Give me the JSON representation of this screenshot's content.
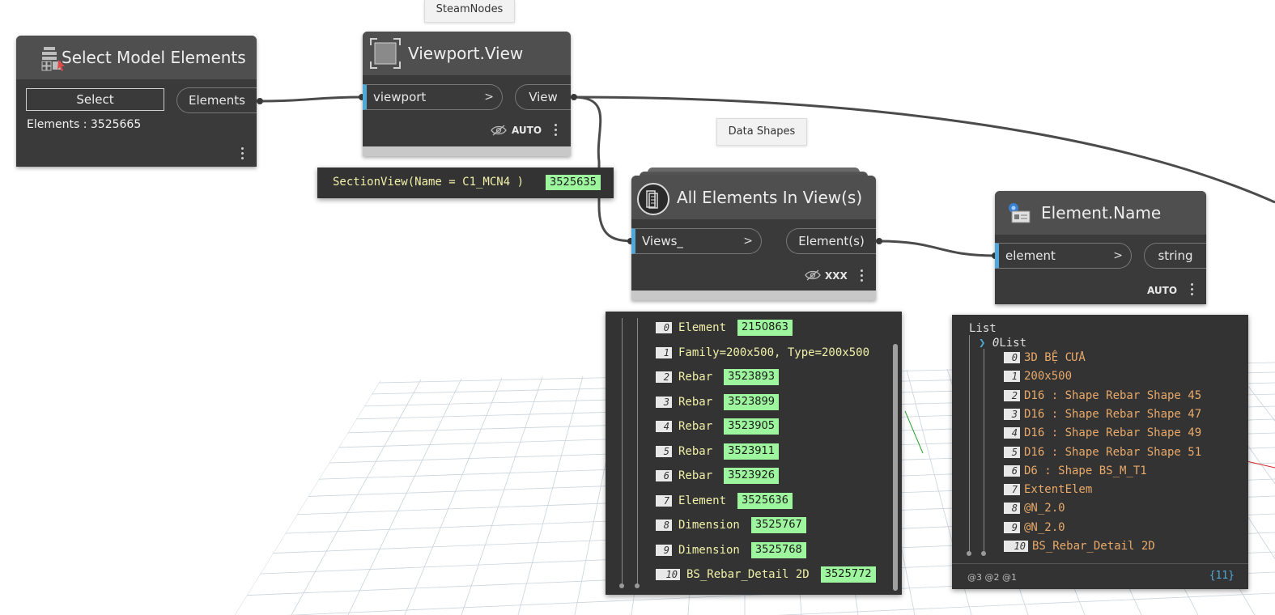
{
  "groups": {
    "steamnodes": "SteamNodes",
    "data_shapes": "Data Shapes"
  },
  "select_node": {
    "title": "Select Model Elements",
    "select_button": "Select",
    "output": "Elements",
    "status": "Elements : 3525665",
    "icon": "select-model-elements-icon"
  },
  "viewport_node": {
    "title": "Viewport.View",
    "input": "viewport",
    "output": "View",
    "lacing": "AUTO",
    "icon": "viewport-icon",
    "chevron": ">"
  },
  "viewport_preview": {
    "text": "SectionView(Name = C1_MCN4 )",
    "id": "3525635"
  },
  "all_elements_node": {
    "title": "All Elements In View(s)",
    "input": "Views_",
    "output": "Element(s)",
    "lacing": "XXX",
    "icon": "all-elements-icon",
    "chevron": ">"
  },
  "element_name_node": {
    "title": "Element.Name",
    "input": "element",
    "output": "string",
    "lacing": "AUTO",
    "icon": "element-name-icon",
    "chevron": ">"
  },
  "elements_preview": {
    "rows": [
      {
        "index": "0",
        "label": "Element",
        "id": "2150863"
      },
      {
        "index": "1",
        "label": "Family=200x500, Type=200x500",
        "id": ""
      },
      {
        "index": "2",
        "label": "Rebar",
        "id": "3523893"
      },
      {
        "index": "3",
        "label": "Rebar",
        "id": "3523899"
      },
      {
        "index": "4",
        "label": "Rebar",
        "id": "3523905"
      },
      {
        "index": "5",
        "label": "Rebar",
        "id": "3523911"
      },
      {
        "index": "6",
        "label": "Rebar",
        "id": "3523926"
      },
      {
        "index": "7",
        "label": "Element",
        "id": "3525636"
      },
      {
        "index": "8",
        "label": "Dimension",
        "id": "3525767"
      },
      {
        "index": "9",
        "label": "Dimension",
        "id": "3525768"
      },
      {
        "index": "10",
        "label": "BS_Rebar_Detail 2D",
        "id": "3525772"
      }
    ]
  },
  "names_preview": {
    "root": "List",
    "sub_index": "0",
    "sub_label": "List",
    "rows": [
      {
        "index": "0",
        "value": "3D BỆ CỬA"
      },
      {
        "index": "1",
        "value": "200x500"
      },
      {
        "index": "2",
        "value": "D16 : Shape Rebar Shape 45"
      },
      {
        "index": "3",
        "value": "D16 : Shape Rebar Shape 47"
      },
      {
        "index": "4",
        "value": "D16 : Shape Rebar Shape 49"
      },
      {
        "index": "5",
        "value": "D16 : Shape Rebar Shape 51"
      },
      {
        "index": "6",
        "value": "D6 : Shape BS_M_T1"
      },
      {
        "index": "7",
        "value": "ExtentElem"
      },
      {
        "index": "8",
        "value": "@N_2.0"
      },
      {
        "index": "9",
        "value": "@N_2.0"
      },
      {
        "index": "10",
        "value": "BS_Rebar_Detail 2D"
      }
    ],
    "levels": "@3 @2 @1",
    "count": "{11}"
  },
  "colors": {
    "node_body": "#3a3a3a",
    "node_header": "#4f4f4f",
    "port_accent": "#4fa8d8",
    "id_badge": "#9df59d",
    "preview_text_yellow": "#f0f0a8",
    "preview_text_orange": "#e8a96a",
    "count_blue": "#4fa8d8"
  }
}
